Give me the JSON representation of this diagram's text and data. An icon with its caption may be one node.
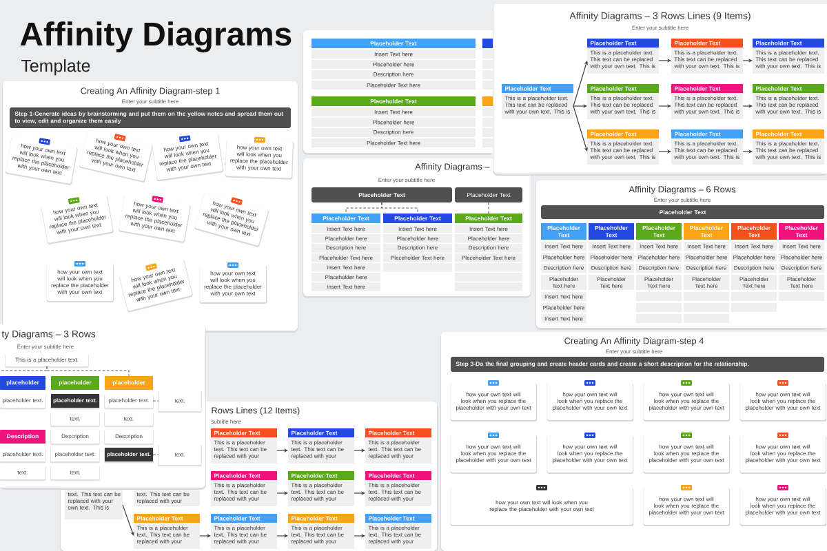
{
  "diagram": {
    "title": "Affinity Diagrams",
    "nodes": [
      {
        "text": [
          "Affinity Diagrams – 3 Rows Lines (9 Items)",
          "Enter your subtitle here"
        ]
      },
      {
        "text": [
          "Placeholder Text",
          "This is a placeholder text. This text can be replaced with your own text. This is"
        ],
        "in": 0
      },
      {
        "text": [
          "Placeholder Text",
          "This is a placeholder text. This text can be replaced with your own text. This is"
        ],
        "in": 0
      },
      {
        "text": [
          "Placeholder Text",
          "This is a placeholder text. This text can be replaced with your own text. This is"
        ],
        "in": 0
      },
      {
        "text": [
          "Placeholder Text",
          "This is a placeholder text. This text can be replaced with your own text. This is"
        ],
        "in": 0
      },
      {
        "text": [
          "Placeholder Text",
          "This is a placeholder text. This text can be replaced with your own text. This is"
        ],
        "in": 0
      },
      {
        "text": [
          "Placeholder Text",
          "This is a placeholder text. This text can be replaced with your own text. This is"
        ],
        "in": 0
      },
      {
        "text": [
          "Placeholder Text",
          "This is a placeholder text. This text can be replaced with your own text. This is"
        ],
        "in": 0
      },
      {
        "text": [
          "Placeholder Text",
          "This is a placeholder text. This text can be replaced with your own text. This is"
        ],
        "in": 0
      },
      {
        "text": [
          "Placeholder Text",
          "This is a placeholder text. This text can be replaced with your own text. This is"
        ],
        "in": 0
      },
      {
        "text": [
          "Placeholder Text",
          "This is a placeholder text. This text can be replaced with your own text. This is"
        ],
        "in": 0
      },
      {
        "text": [
          "Creating An Affinity Diagram-step 1",
          "Enter your subtitle here"
        ]
      },
      {
        "text": [
          "Step 1-Generate ideas by brainstorming and put them on the yellow notes and spread them out to view, edit and organize them easily"
        ],
        "in": 11
      },
      {
        "text": [
          "how your own text will look when you replace the placeholder with your own text"
        ],
        "in": 11
      },
      {
        "text": [
          "how your own text will look when you replace the placeholder with your own text"
        ],
        "in": 11
      },
      {
        "text": [
          "how your own text will look when you replace the placeholder with your own text"
        ],
        "in": 11
      },
      {
        "text": [
          "how your own text will look when you replace the placeholder with your own text"
        ],
        "in": 11
      },
      {
        "text": [
          "how your own text will look when you replace the placeholder with your own text"
        ],
        "in": 11
      },
      {
        "text": [
          "how your own text will look when you replace the placeholder with your own text"
        ],
        "in": 11
      },
      {
        "text": [
          "how your own text will look when you replace the placeholder with your own text"
        ],
        "in": 11
      },
      {
        "text": [
          "how your own text will look when you replace the placeholder with your own text"
        ],
        "in": 11
      },
      {
        "text": [
          "how your own text will look when you replace the placeholder with your own text"
        ],
        "in": 11
      },
      {
        "text": [
          "how your own text will look when you replace the placeholder with your own text"
        ],
        "in": 11
      },
      {
        "text": [
          "Affinity Diagrams –",
          "Enter your subtitle here"
        ]
      },
      {
        "text": [
          "Placeholder Text"
        ],
        "in": 23
      },
      {
        "text": [
          "Placeholder Text"
        ],
        "in": 23
      },
      {
        "text": [
          "Placeholder Text"
        ],
        "in": 23
      },
      {
        "text": [
          "Placeholder Text"
        ],
        "in": 23
      },
      {
        "text": [
          "Placeholder Text"
        ],
        "in": 23
      },
      {
        "text": [
          "Insert Text here"
        ],
        "in": 23
      },
      {
        "text": [
          "Placeholder here"
        ],
        "in": 23
      },
      {
        "text": [
          "Description here"
        ],
        "in": 23
      },
      {
        "text": [
          "Placeholder Text here"
        ],
        "in": 23
      },
      {
        "text": [
          "Insert Text here"
        ],
        "in": 23
      },
      {
        "text": [
          "Placeholder here"
        ],
        "in": 23
      },
      {
        "text": [
          "Insert Text here"
        ],
        "in": 23
      },
      {
        "text": [
          "Insert Text here"
        ],
        "in": 23
      },
      {
        "text": [
          "Placeholder here"
        ],
        "in": 23
      },
      {
        "text": [
          "Description here"
        ],
        "in": 23
      },
      {
        "text": [
          "Placeholder Text here"
        ],
        "in": 23
      },
      {
        "text": [],
        "shape": "box",
        "in": 23
      },
      {
        "text": [
          "Insert Text here"
        ],
        "in": 23
      },
      {
        "text": [
          "Placeholder here"
        ],
        "in": 23
      },
      {
        "text": [
          "Description here"
        ],
        "in": 23
      },
      {
        "text": [
          "Placeholder Text here"
        ],
        "in": 23
      },
      {
        "text": [],
        "shape": "box",
        "in": 23
      },
      {
        "text": [],
        "shape": "box",
        "in": 23
      },
      {
        "text": [],
        "shape": "box",
        "in": 23
      },
      {
        "text": [],
        "shape": "box"
      },
      {
        "text": [
          "Placeholder Text"
        ],
        "in": 48
      },
      {
        "text": [
          "Insert Text here"
        ],
        "in": 48
      },
      {
        "text": [
          "Placeholder here"
        ],
        "in": 48
      },
      {
        "text": [
          "Description here"
        ],
        "in": 48
      },
      {
        "text": [
          "Placeholder Text here"
        ],
        "in": 48
      },
      {
        "text": [
          "Placeholder Text"
        ],
        "in": 48
      },
      {
        "text": [
          "Insert Text here"
        ],
        "in": 48
      },
      {
        "text": [
          "Placeholder here"
        ],
        "in": 48
      },
      {
        "text": [
          "Description here"
        ],
        "in": 48
      },
      {
        "text": [
          "Placeholder Text here"
        ],
        "in": 48
      },
      {
        "text": [],
        "shape": "bar",
        "in": 48
      },
      {
        "text": [],
        "shape": "box",
        "in": 48
      },
      {
        "text": [],
        "shape": "box",
        "in": 48
      },
      {
        "text": [],
        "shape": "box",
        "in": 48
      },
      {
        "text": [],
        "shape": "box",
        "in": 48
      },
      {
        "text": [],
        "shape": "bar",
        "in": 48
      },
      {
        "text": [],
        "shape": "box",
        "in": 48
      },
      {
        "text": [],
        "shape": "box",
        "in": 48
      },
      {
        "text": [],
        "shape": "box",
        "in": 48
      },
      {
        "text": [],
        "shape": "box",
        "in": 48
      },
      {
        "text": [
          "ty Diagrams – 3 Rows",
          "Enter your subtitle here"
        ]
      },
      {
        "text": [
          "This is a placeholder text."
        ],
        "in": 69
      },
      {
        "text": [
          "placeholder"
        ],
        "in": 69
      },
      {
        "text": [
          "placeholder"
        ],
        "in": 69
      },
      {
        "text": [
          "placeholder"
        ],
        "in": 69
      },
      {
        "text": [
          "placeholder text."
        ],
        "in": 69
      },
      {
        "text": [
          "placeholder text."
        ],
        "in": 69
      },
      {
        "text": [
          "placeholder text."
        ],
        "in": 69
      },
      {
        "text": [
          "text."
        ],
        "in": 69
      },
      {
        "text": [
          "text."
        ],
        "in": 69
      },
      {
        "text": [
          "text."
        ]
      },
      {
        "text": [
          "Description"
        ],
        "in": 69
      },
      {
        "text": [
          "Description"
        ],
        "in": 69
      },
      {
        "text": [
          "Description"
        ]
      },
      {
        "text": [
          "placeholder text."
        ],
        "in": 69
      },
      {
        "text": [
          "placeholder text."
        ],
        "in": 69
      },
      {
        "text": [
          "placeholder text."
        ]
      },
      {
        "text": [
          "text."
        ]
      },
      {
        "text": [
          "text."
        ],
        "in": 69
      },
      {
        "text": [
          "text."
        ],
        "in": 69
      },
      {
        "text": [
          "Rows Lines (12 Items)",
          "subtitle here"
        ]
      },
      {
        "text": [
          "text. This text can be replaced with your own text. This is"
        ],
        "in": 89
      },
      {
        "text": [
          "text. This text can be replaced with your"
        ],
        "in": 89
      },
      {
        "text": [
          "Placeholder Text",
          "This is a placeholder text. This text can be replaced with your"
        ],
        "in": 89
      },
      {
        "text": [
          "Placeholder Text",
          "This is a placeholder text. This text can be replaced with your"
        ],
        "in": 89
      },
      {
        "text": [
          "Placeholder Text",
          "This is a placeholder text. This text can be replaced with your"
        ],
        "in": 89
      },
      {
        "text": [
          "Placeholder Text",
          "This is a placeholder text. This text can be replaced with your"
        ],
        "in": 89
      },
      {
        "text": [
          "Placeholder Text",
          "This is a placeholder text. This text can be replaced with your"
        ],
        "in": 89
      },
      {
        "text": [
          "Placeholder Text",
          "This is a placeholder text. This text can be replaced with your"
        ],
        "in": 89
      },
      {
        "text": [
          "Placeholder Text",
          "This is a placeholder text. This text can be replaced with your"
        ],
        "in": 89
      },
      {
        "text": [
          "Placeholder Text",
          "This is a placeholder text. This text can be replaced with your"
        ],
        "in": 89
      },
      {
        "text": [
          "Placeholder Text",
          "This is a placeholder text. This text can be replaced with your"
        ],
        "in": 89
      },
      {
        "text": [
          "Placeholder Text",
          "This is a placeholder text. This text can be replaced with your"
        ],
        "in": 89
      },
      {
        "text": [
          "Affinity Diagrams – 6 Rows",
          "Enter your subtitle here"
        ]
      },
      {
        "text": [
          "Placeholder Text"
        ],
        "in": 102
      },
      {
        "text": [
          "Placeholder Text"
        ],
        "in": 102
      },
      {
        "text": [
          "Placeholder Text"
        ],
        "in": 102
      },
      {
        "text": [
          "Placeholder Text"
        ],
        "in": 102
      },
      {
        "text": [
          "Placeholder Text"
        ],
        "in": 102
      },
      {
        "text": [
          "Placeholder Text"
        ],
        "in": 102
      },
      {
        "text": [
          "Placeholder Text"
        ],
        "in": 102
      },
      {
        "text": [
          "Insert Text here"
        ],
        "in": 102
      },
      {
        "text": [
          "Placeholder here"
        ],
        "in": 102
      },
      {
        "text": [
          "Description here"
        ],
        "in": 102
      },
      {
        "text": [
          "Placeholder Text here"
        ],
        "in": 102
      },
      {
        "text": [
          "Insert Text here"
        ],
        "in": 102
      },
      {
        "text": [
          "Placeholder here"
        ],
        "in": 102
      },
      {
        "text": [
          "Insert Text here"
        ],
        "in": 102
      },
      {
        "text": [
          "Insert Text here"
        ],
        "in": 102
      },
      {
        "text": [
          "Placeholder here"
        ],
        "in": 102
      },
      {
        "text": [
          "Description here"
        ],
        "in": 102
      },
      {
        "text": [
          "Placeholder Text here"
        ],
        "in": 102
      },
      {
        "text": [
          "Insert Text here"
        ],
        "in": 102
      },
      {
        "text": [
          "Placeholder here"
        ],
        "in": 102
      },
      {
        "text": [
          "Description here"
        ],
        "in": 102
      },
      {
        "text": [
          "Placeholder Text here"
        ],
        "in": 102
      },
      {
        "text": [],
        "shape": "box",
        "in": 102
      },
      {
        "text": [],
        "shape": "box",
        "in": 102
      },
      {
        "text": [],
        "shape": "box",
        "in": 102
      },
      {
        "text": [
          "Insert Text here"
        ],
        "in": 102
      },
      {
        "text": [
          "Placeholder here"
        ],
        "in": 102
      },
      {
        "text": [
          "Description here"
        ],
        "in": 102
      },
      {
        "text": [
          "Placeholder Text here"
        ],
        "in": 102
      },
      {
        "text": [],
        "shape": "box",
        "in": 102
      },
      {
        "text": [],
        "shape": "box",
        "in": 102
      },
      {
        "text": [],
        "shape": "box",
        "in": 102
      },
      {
        "text": [
          "Insert Text here"
        ],
        "in": 102
      },
      {
        "text": [
          "Placeholder here"
        ],
        "in": 102
      },
      {
        "text": [
          "Description here"
        ],
        "in": 102
      },
      {
        "text": [
          "Placeholder Text here"
        ],
        "in": 102
      },
      {
        "text": [],
        "shape": "box",
        "in": 102
      },
      {
        "text": [],
        "shape": "box",
        "in": 102
      },
      {
        "text": [
          "Insert Text here"
        ],
        "in": 102
      },
      {
        "text": [
          "Placeholder here"
        ],
        "in": 102
      },
      {
        "text": [
          "Description here"
        ],
        "in": 102
      },
      {
        "text": [
          "Placeholder Text here"
        ],
        "in": 102
      },
      {
        "text": [],
        "shape": "box",
        "in": 102
      },
      {
        "text": [
          "Creating An Affinity Diagram-step 4",
          "Enter your subtitle here"
        ]
      },
      {
        "text": [
          "Step 3-Do the final grouping and create header cards and create a short description for the relationship."
        ],
        "in": 146
      },
      {
        "text": [
          "how your own text will look when you replace the placeholder with your own text"
        ],
        "in": 146
      },
      {
        "text": [
          "how your own text will look when you replace the placeholder with your own text"
        ],
        "in": 146
      },
      {
        "text": [
          "how your own text will look when you replace the placeholder with your own text"
        ],
        "in": 146
      },
      {
        "text": [
          "how your own text will look when you replace the placeholder with your own text"
        ],
        "in": 146
      },
      {
        "text": [
          "how your own text will look when you replace the placeholder with your own text"
        ],
        "in": 146
      },
      {
        "text": [
          "how your own text will look when you replace the placeholder with your own text"
        ],
        "in": 146
      },
      {
        "text": [
          "how your own text will look when you replace the placeholder with your own text"
        ],
        "in": 146
      },
      {
        "text": [
          "how your own text will look when you replace the placeholder with your own text"
        ],
        "in": 146
      },
      {
        "text": [
          "how your own text will look when you replace the placeholder with your own text"
        ],
        "in": 146
      },
      {
        "text": [
          "how your own text will look when you replace the placeholder with your own text"
        ],
        "in": 146
      },
      {
        "text": [
          "how your own text will look when you replace the placeholder with your own text"
        ],
        "in": 146
      }
    ],
    "edges": [
      {
        "from": 1,
        "to": 2,
        "arrow": "to"
      },
      {
        "from": 1,
        "to": 5,
        "arrow": "to"
      },
      {
        "from": 1,
        "to": 8,
        "arrow": "to"
      },
      {
        "from": 2,
        "to": 3,
        "arrow": "to"
      },
      {
        "from": 3,
        "to": 4,
        "arrow": "to"
      },
      {
        "from": 5,
        "to": 6,
        "arrow": "to"
      },
      {
        "from": 6,
        "to": 7,
        "arrow": "to"
      },
      {
        "from": 8,
        "to": 9,
        "arrow": "to"
      },
      {
        "from": 9,
        "to": 10,
        "arrow": "to"
      },
      {
        "from": 24,
        "to": 26,
        "arrow": "none",
        "style": "dashed"
      },
      {
        "from": 24,
        "to": 27,
        "arrow": "none",
        "style": "dashed"
      },
      {
        "from": 25,
        "to": 28,
        "arrow": "none",
        "style": "dashed"
      },
      {
        "from": 70,
        "to": 73,
        "arrow": "none",
        "style": "dashed"
      },
      {
        "from": 70,
        "to": null,
        "arrow": "none",
        "style": "dashed"
      },
      {
        "from": 76,
        "to": 77,
        "arrow": "none",
        "style": "dashed"
      },
      {
        "from": 85,
        "to": 86,
        "arrow": "none",
        "style": "dashed"
      },
      {
        "from": 90,
        "to": 98,
        "arrow": "to"
      },
      {
        "from": 92,
        "to": 93,
        "arrow": "to"
      },
      {
        "from": 93,
        "to": 94,
        "arrow": "to"
      },
      {
        "from": 95,
        "to": 96,
        "arrow": "to"
      },
      {
        "from": 96,
        "to": 97,
        "arrow": "to"
      },
      {
        "from": 98,
        "to": 99,
        "arrow": "to"
      },
      {
        "from": 99,
        "to": 100,
        "arrow": "to"
      },
      {
        "from": 100,
        "to": 101,
        "arrow": "to"
      }
    ],
    "labels": [
      "Template"
    ]
  }
}
